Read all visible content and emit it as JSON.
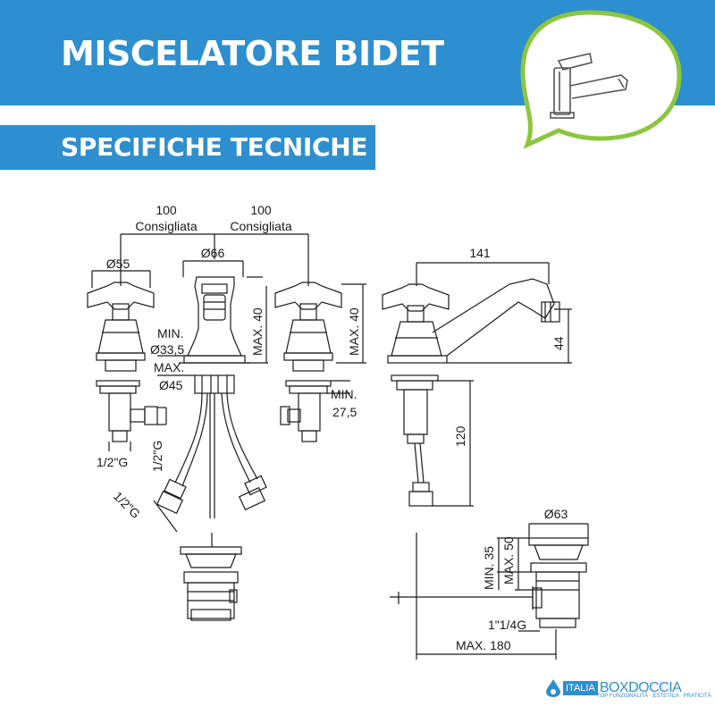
{
  "header": {
    "title": "MISCELATORE BIDET",
    "subtitle": "SPECIFICHE TECNICHE"
  },
  "dimensions": {
    "spacing_left_value": "100",
    "spacing_left_label": "Consigliata",
    "spacing_right_value": "100",
    "spacing_right_label": "Consigliata",
    "handle_diameter": "Ø55",
    "spout_diameter": "Ø66",
    "min_hole_label": "MIN.",
    "min_hole_value": "Ø33,5",
    "max_hole_label": "MAX.",
    "max_hole_value": "Ø45",
    "max_height_left": "MAX. 40",
    "max_height_right": "MAX. 40",
    "min_depth_label": "MIN.",
    "min_depth_value": "27,5",
    "thread_left": "1/2\"G",
    "thread_vertical": "1/2\"G",
    "thread_hose": "1/2\"G",
    "spout_reach": "141",
    "spout_height": "44",
    "hose_length": "120",
    "waste_diameter": "Ø63",
    "waste_min": "MIN. 35",
    "waste_max": "MAX. 50",
    "waste_thread": "1\"1/4G",
    "rod_max": "MAX. 180"
  },
  "logo": {
    "prefix": "ITALIA",
    "brand": "BOXDOCCIA",
    "tagline": "TOP FUNZIONALITÀ · ESTETICA · PRATICITÀ"
  },
  "colors": {
    "banner": "#2d8fcf",
    "accent_green": "#8cc63f",
    "line": "#1a1a1a"
  }
}
